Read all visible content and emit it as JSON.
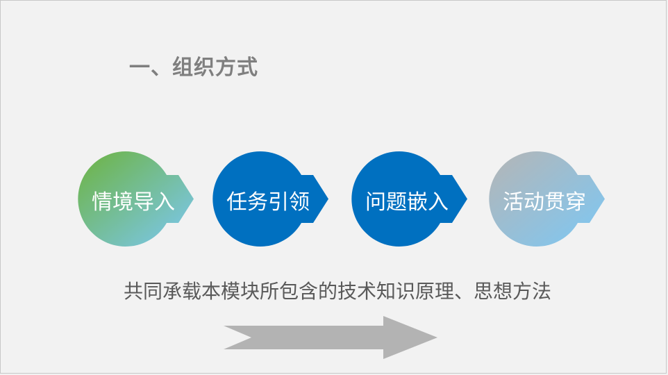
{
  "title": "一、组织方式",
  "steps": [
    {
      "label": "情境导入",
      "gradient": [
        "#78b83a",
        "#7cc5f0"
      ]
    },
    {
      "label": "任务引领",
      "color": "#0070c0"
    },
    {
      "label": "问题嵌入",
      "color": "#0070c0"
    },
    {
      "label": "活动贯穿",
      "gradient": [
        "#b7b7b7",
        "#7cc5f0"
      ]
    }
  ],
  "description": "共同承载本模块所包含的技术知识原理、思想方法",
  "colors": {
    "background": "#f2f2f2",
    "title": "#7f7f7f",
    "description": "#595959",
    "arrow": "#bfbfbf"
  }
}
